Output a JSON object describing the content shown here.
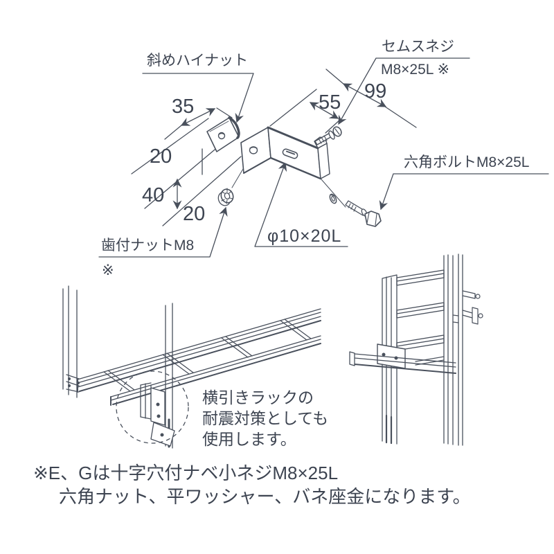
{
  "exploded_view": {
    "labels": {
      "diagonal_hi_nut": "斜めハイナット",
      "sems_screw_line1": "セムスネジ",
      "sems_screw_line2": "M8×25L ※",
      "hex_bolt": "六角ボルトM8×25L",
      "toothed_nut": "歯付ナットM8",
      "toothed_nut_ref": "※",
      "slot_size": "φ10×20L"
    },
    "dimensions": {
      "plate_width": "35",
      "flange_width": "55",
      "overall_width": "99",
      "top_offset": "20",
      "middle_height": "40",
      "bottom_offset": "20"
    }
  },
  "horizontal_rack": {
    "caption": "横引きラックの\n耐震対策としても\n使用します。"
  },
  "footnote": {
    "line1": "※E、Gは十字穴付ナベ小ネジM8×25L",
    "line2": "六角ナット、平ワッシャー、バネ座金になります。"
  },
  "colors": {
    "ink": "#3d4451",
    "line": "#49505c",
    "background": "#ffffff"
  }
}
